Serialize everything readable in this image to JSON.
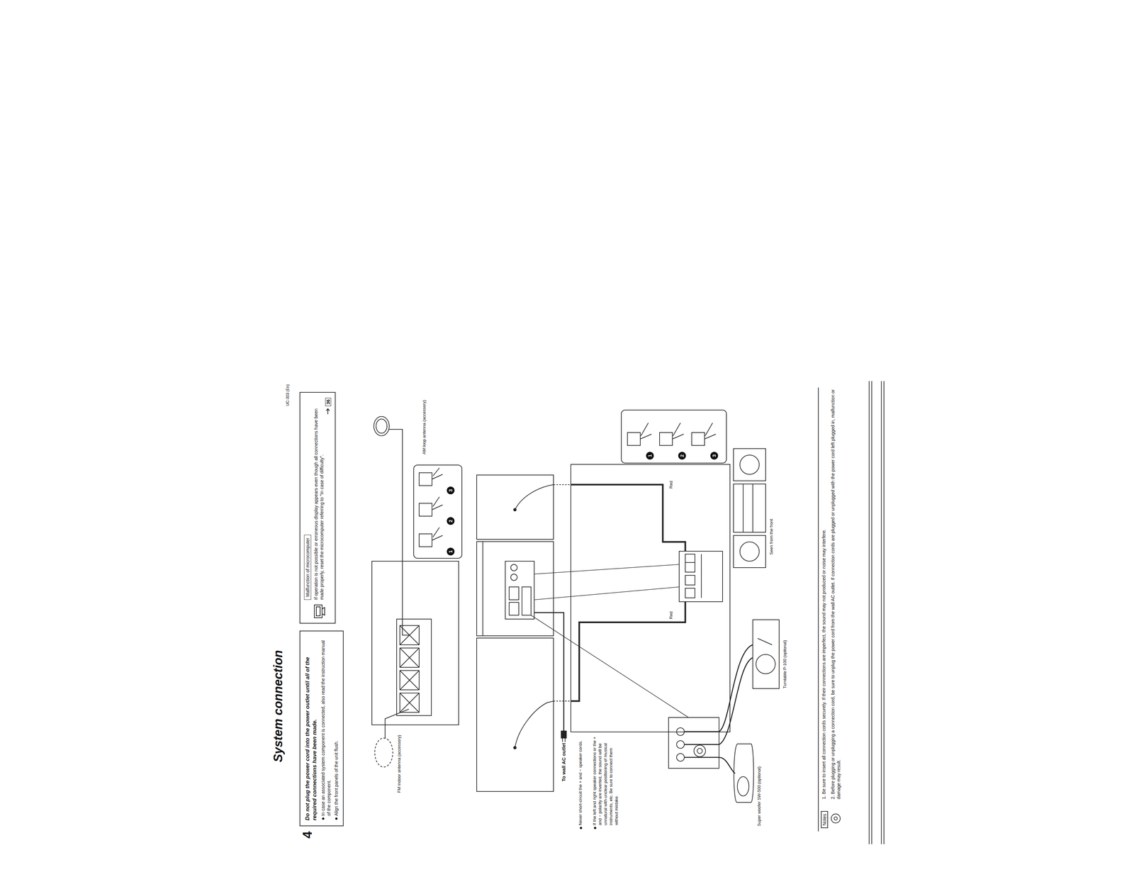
{
  "diagram": {
    "title": "System connection",
    "nodes": [
      {
        "text": [
          "Do not plug the power cord into the power outlet until all of the required connections have been made.",
          "In case an associated system component is connected, also read the instruction manual of the component.",
          "Align the front panels of the unit flush."
        ]
      },
      {
        "text": [
          "If operation is not possible or erroneous display appears even though all connections have been made properly, reset the microcomputer referring to \"In case of difficulty\".",
          "36"
        ]
      },
      {
        "text": [
          "Malfunction of microcomputer"
        ],
        "in": 1
      },
      {
        "text": [
          "Notes"
        ]
      }
    ],
    "labels": [
      "4",
      "UC-303 (En)",
      "FM indoor antenna (accessory)",
      "AM loop antenna (accessory)",
      "To wall AC outlet",
      "Never short-circuit the + and − speaker cords.",
      "If the left and right speaker connections or the + and − polarity are inverted, the sound will be unnatural with unclear positioning of musical instruments, etc. Be sure to connect them without mistake.",
      "Red",
      "Red",
      "Super woofer SW-500 (optional)",
      "Turntable P-100 (optional)",
      "Seen from the front",
      "1. Be sure to insert all connection cords securely. If their connections are imperfect, the sound may not produced or noise may interfere.",
      "2. Before plugging or unplugging a connection cord, be sure to unplug the power cord from the wall AC outlet. If connection cords are plugged or unplugged with the power cord left plugged in, malfunction or damage may result.",
      "1",
      "2",
      "3",
      "1",
      "2",
      "3"
    ]
  }
}
